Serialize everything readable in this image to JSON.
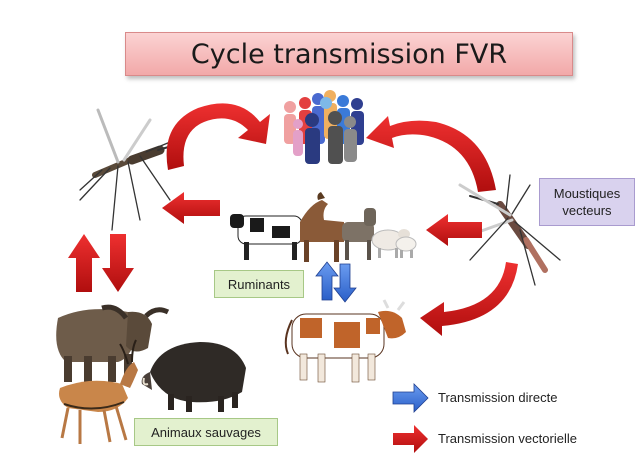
{
  "title": "Cycle transmission FVR",
  "labels": {
    "moustiques_line1": "Moustiques",
    "moustiques_line2": "vecteurs",
    "ruminants": "Ruminants",
    "animaux_sauvages": "Animaux sauvages"
  },
  "legend": {
    "directe": "Transmission directe",
    "vectorielle": "Transmission vectorielle"
  },
  "colors": {
    "vector_arrow": "#d01818",
    "direct_arrow": "#3a73d8",
    "title_bg": "#f6bcbc",
    "green_box": "#e3f1cf",
    "purple_box": "#d9d2ee"
  },
  "icons": [
    "humans-group-icon",
    "mosquito-icon",
    "livestock-group-icon",
    "cow-icon",
    "buffalo-icon",
    "gazelle-icon",
    "boar-icon"
  ]
}
